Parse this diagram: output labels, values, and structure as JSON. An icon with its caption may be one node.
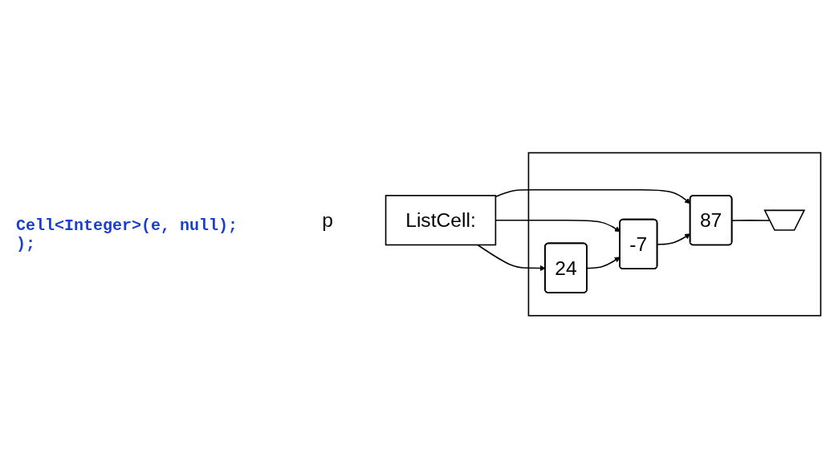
{
  "diagram": {
    "nodes": [
      {
        "text": [],
        "shape": "box"
      },
      {
        "text": [
          "ListCell:"
        ],
        "beside": [
          "p"
        ]
      },
      {
        "text": [
          "24"
        ],
        "in": 0
      },
      {
        "text": [
          "-7"
        ],
        "in": 0
      },
      {
        "text": [
          "87"
        ],
        "in": 0
      },
      {
        "text": [],
        "shape": "ground",
        "in": 0
      }
    ],
    "edges": [
      {
        "from": 1,
        "to": 2,
        "arrow": "to"
      },
      {
        "from": 1,
        "to": 3,
        "arrow": "to"
      },
      {
        "from": 1,
        "to": 4,
        "arrow": "to"
      },
      {
        "from": 2,
        "to": 3,
        "arrow": "to"
      },
      {
        "from": 3,
        "to": 4,
        "arrow": "to"
      },
      {
        "from": 4,
        "to": 5,
        "arrow": "none"
      }
    ],
    "labels": [
      "Cell<Integer>(e, null);",
      ");"
    ]
  }
}
